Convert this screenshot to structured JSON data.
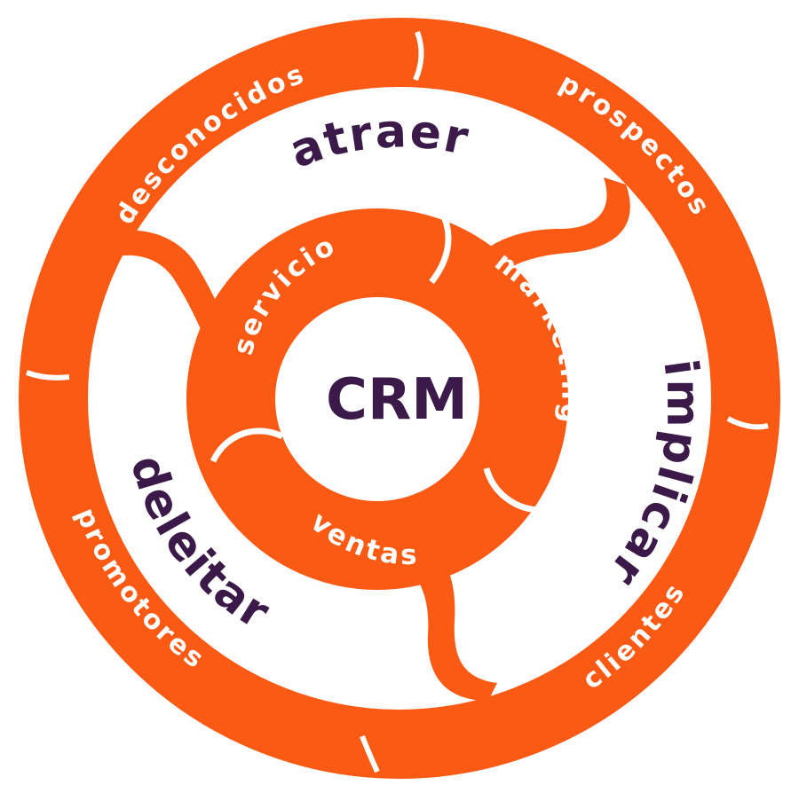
{
  "colors": {
    "orange": "#fa5a14",
    "purple": "#3b1a4a",
    "white": "#ffffff"
  },
  "center": {
    "label": "CRM"
  },
  "outer_ring": [
    {
      "label": "desconocidos"
    },
    {
      "label": "prospectos"
    },
    {
      "label": "clientes"
    },
    {
      "label": "promotores"
    }
  ],
  "inner_ring": [
    {
      "label": "servicio"
    },
    {
      "label": "marketing"
    },
    {
      "label": "ventas"
    }
  ],
  "stages": [
    {
      "label": "atraer"
    },
    {
      "label": "implicar"
    },
    {
      "label": "deleitar"
    }
  ]
}
